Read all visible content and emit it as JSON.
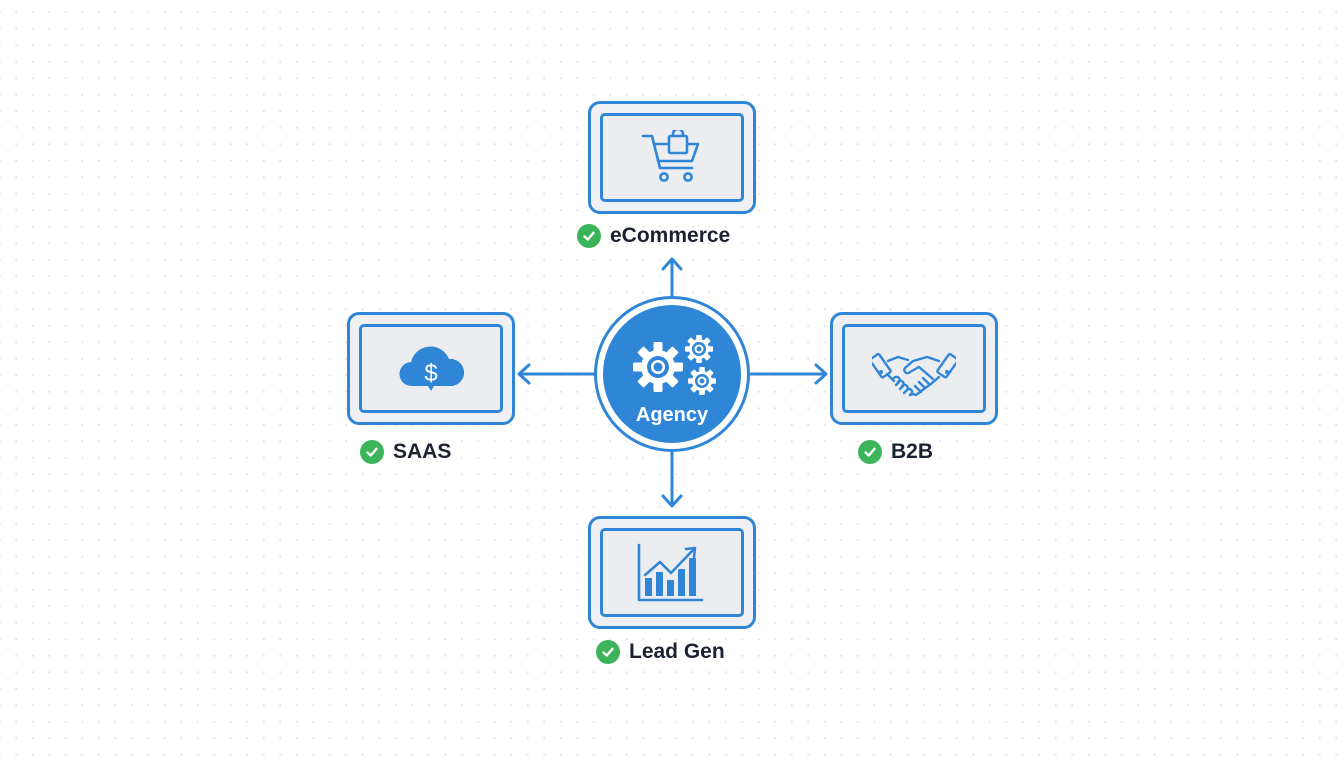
{
  "diagram": {
    "center": {
      "label": "Agency",
      "icon": "gears-icon"
    },
    "nodes": [
      {
        "id": "ecommerce",
        "label": "eCommerce",
        "icon": "shopping-cart-icon",
        "status": "check-icon",
        "direction": "up"
      },
      {
        "id": "saas",
        "label": "SAAS",
        "icon": "cloud-dollar-icon",
        "status": "check-icon",
        "direction": "left"
      },
      {
        "id": "b2b",
        "label": "B2B",
        "icon": "handshake-icon",
        "status": "check-icon",
        "direction": "right"
      },
      {
        "id": "leadgen",
        "label": "Lead Gen",
        "icon": "growth-chart-icon",
        "status": "check-icon",
        "direction": "down"
      }
    ],
    "edges": [
      {
        "from": "Agency",
        "to": "eCommerce"
      },
      {
        "from": "Agency",
        "to": "SAAS"
      },
      {
        "from": "Agency",
        "to": "B2B"
      },
      {
        "from": "Agency",
        "to": "Lead Gen"
      }
    ]
  },
  "colors": {
    "accent": "#2f86d6",
    "node_fill": "#eef0f3",
    "check": "#3cb55a",
    "text": "#1c2230"
  }
}
